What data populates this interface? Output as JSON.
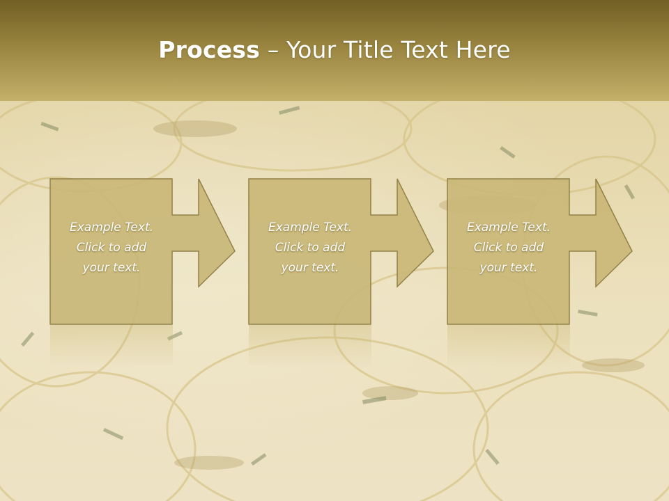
{
  "slide": {
    "title_bold": "Process",
    "title_dash": " – ",
    "title_rest": "Your Title Text Here"
  },
  "steps": [
    {
      "line1": "Example Text.",
      "line2": "Click  to add",
      "line3": "your text."
    },
    {
      "line1": "Example Text.",
      "line2": "Click  to add",
      "line3": "your text."
    },
    {
      "line1": "Example Text.",
      "line2": "Click  to add",
      "line3": "your text."
    }
  ],
  "colors": {
    "title_band_top": "#715f24",
    "title_band_bottom": "#c4b068",
    "box_fill": "#c9b878",
    "box_border": "#8a7a3e",
    "title_text": "#ffffff",
    "box_text": "#ffffff"
  }
}
